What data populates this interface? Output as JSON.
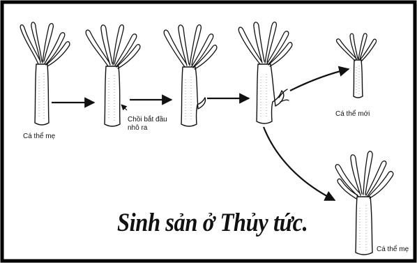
{
  "labels": {
    "parent_1": "Cá thể mẹ",
    "bud_start_line1": "Chồi bắt đầu",
    "bud_start_line2": "nhô ra",
    "new_individual": "Cá thể mới",
    "parent_2": "Cá thể mẹ"
  },
  "title": "Sinh sản ở Thủy tức.",
  "colors": {
    "ink": "#111111",
    "background": "#ffffff",
    "border": "#000000"
  }
}
